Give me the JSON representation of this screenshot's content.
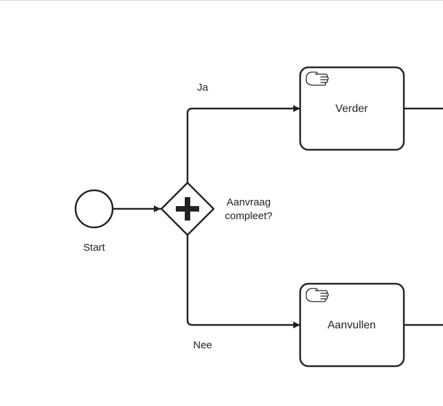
{
  "diagram": {
    "start_event": {
      "label": "Start"
    },
    "gateway": {
      "type": "parallel",
      "label_line1": "Aanvraag",
      "label_line2": "compleet?"
    },
    "flows": {
      "yes_label": "Ja",
      "no_label": "Nee"
    },
    "tasks": [
      {
        "label": "Verder",
        "task_type": "manual",
        "icon": "hand-icon"
      },
      {
        "label": "Aanvullen",
        "task_type": "manual",
        "icon": "hand-icon"
      }
    ],
    "colors": {
      "stroke": "#222222",
      "background": "#ffffff"
    }
  }
}
